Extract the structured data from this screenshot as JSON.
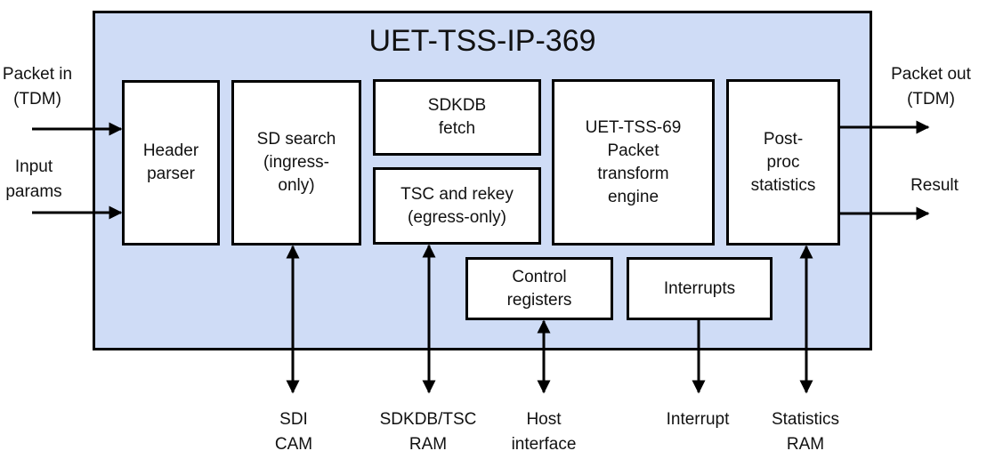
{
  "title": "UET-TSS-IP-369",
  "blocks": {
    "header_parser": "Header\nparser",
    "sd_search": "SD search\n(ingress-\nonly)",
    "sdkdb_fetch": "SDKDB\nfetch",
    "tsc_rekey": "TSC and rekey\n(egress-only)",
    "transform_engine": "UET-TSS-69\nPacket\ntransform\nengine",
    "post_proc": "Post-\nproc\nstatistics",
    "control_registers": "Control\nregisters",
    "interrupts": "Interrupts"
  },
  "inputs": {
    "packet_in": "Packet in\n(TDM)",
    "input_params": "Input\nparams"
  },
  "outputs": {
    "packet_out": "Packet out\n(TDM)",
    "result": "Result"
  },
  "external": {
    "sdi_cam": "SDI\nCAM",
    "sdkdb_tsc_ram": "SDKDB/TSC\nRAM",
    "host_interface": "Host\ninterface",
    "interrupt": "Interrupt",
    "statistics_ram": "Statistics\nRAM"
  },
  "colors": {
    "ip_fill": "#cfdcf6",
    "block_fill": "#ffffff",
    "stroke": "#000000"
  }
}
